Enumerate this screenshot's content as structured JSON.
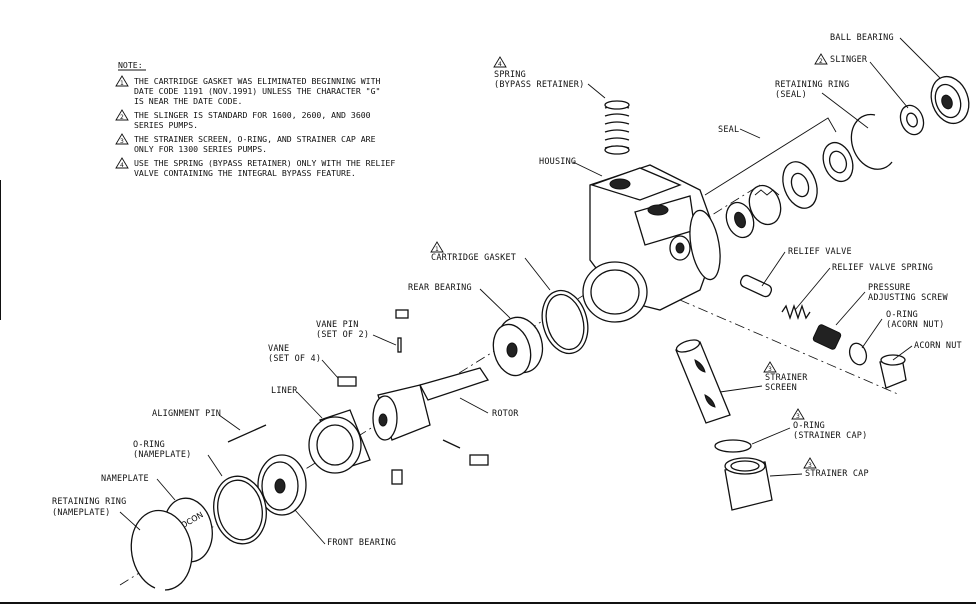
{
  "notes": {
    "heading": "NOTE:",
    "items": [
      {
        "num": "1",
        "line1": "THE CARTRIDGE GASKET WAS ELIMINATED BEGINNING WITH",
        "line2": "DATE CODE 1191 (NOV.1991) UNLESS THE CHARACTER \"G\"",
        "line3": "IS NEAR THE DATE CODE."
      },
      {
        "num": "2",
        "line1": "THE SLINGER IS STANDARD FOR 1600, 2600, AND 3600",
        "line2": "SERIES PUMPS.",
        "line3": ""
      },
      {
        "num": "3",
        "line1": "THE STRAINER SCREEN, O-RING, AND STRAINER CAP ARE",
        "line2": "ONLY FOR 1300 SERIES PUMPS.",
        "line3": ""
      },
      {
        "num": "4",
        "line1": "USE THE SPRING (BYPASS RETAINER) ONLY WITH THE RELIEF",
        "line2": "VALVE CONTAINING THE INTEGRAL BYPASS FEATURE.",
        "line3": ""
      }
    ]
  },
  "labels": {
    "ball_bearing": "BALL BEARING",
    "slinger": "SLINGER",
    "retaining_ring_seal_1": "RETAINING RING",
    "retaining_ring_seal_2": "(SEAL)",
    "seal": "SEAL",
    "spring_1": "SPRING",
    "spring_2": "(BYPASS RETAINER)",
    "housing": "HOUSING",
    "cartridge_gasket": "CARTRIDGE GASKET",
    "relief_valve": "RELIEF VALVE",
    "relief_valve_spring": "RELIEF VALVE SPRING",
    "pressure_1": "PRESSURE",
    "pressure_2": "ADJUSTING SCREW",
    "oring_acorn_1": "O-RING",
    "oring_acorn_2": "(ACORN NUT)",
    "acorn_nut": "ACORN NUT",
    "rear_bearing": "REAR BEARING",
    "vane_pin_1": "VANE PIN",
    "vane_pin_2": "(SET OF 2)",
    "vane_1": "VANE",
    "vane_2": "(SET OF 4)",
    "liner": "LINER",
    "rotor": "ROTOR",
    "strainer_screen_1": "STRAINER",
    "strainer_screen_2": "SCREEN",
    "oring_strainer_1": "O-RING",
    "oring_strainer_2": "(STRAINER CAP)",
    "strainer_cap": "STRAINER CAP",
    "alignment_pin": "ALIGNMENT PIN",
    "oring_nameplate_1": "O-RING",
    "oring_nameplate_2": "(NAMEPLATE)",
    "nameplate": "NAMEPLATE",
    "retaining_ring_np_1": "RETAINING RING",
    "retaining_ring_np_2": "(NAMEPLATE)",
    "front_bearing": "FRONT BEARING",
    "procon": "PROCON"
  },
  "callouts": {
    "slinger": "2",
    "spring": "4",
    "cartridge_gasket": "1",
    "strainer_screen": "3",
    "oring_strainer": "3",
    "strainer_cap": "3"
  }
}
